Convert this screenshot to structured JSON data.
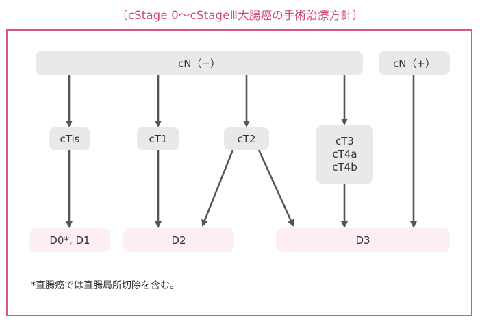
{
  "title": "〔cStage 0〜cStageⅢ大腸癌の手術治療方針〕",
  "nodes": {
    "cn_minus": "cN（−）",
    "cn_plus": "cN（+）",
    "ctis": "cTis",
    "ct1": "cT1",
    "ct2": "cT2",
    "ct3": "cT3",
    "ct4a": "cT4a",
    "ct4b": "cT4b"
  },
  "outcomes": {
    "d0_d1": "D0*, D1",
    "d2": "D2",
    "d3": "D3"
  },
  "footnote": "*直腸癌では直腸局所切除を含む。",
  "colors": {
    "accent": "#d9558a",
    "node_fill": "#e9e9e9",
    "outcome_fill": "#fdeef3",
    "arrow": "#555555"
  }
}
